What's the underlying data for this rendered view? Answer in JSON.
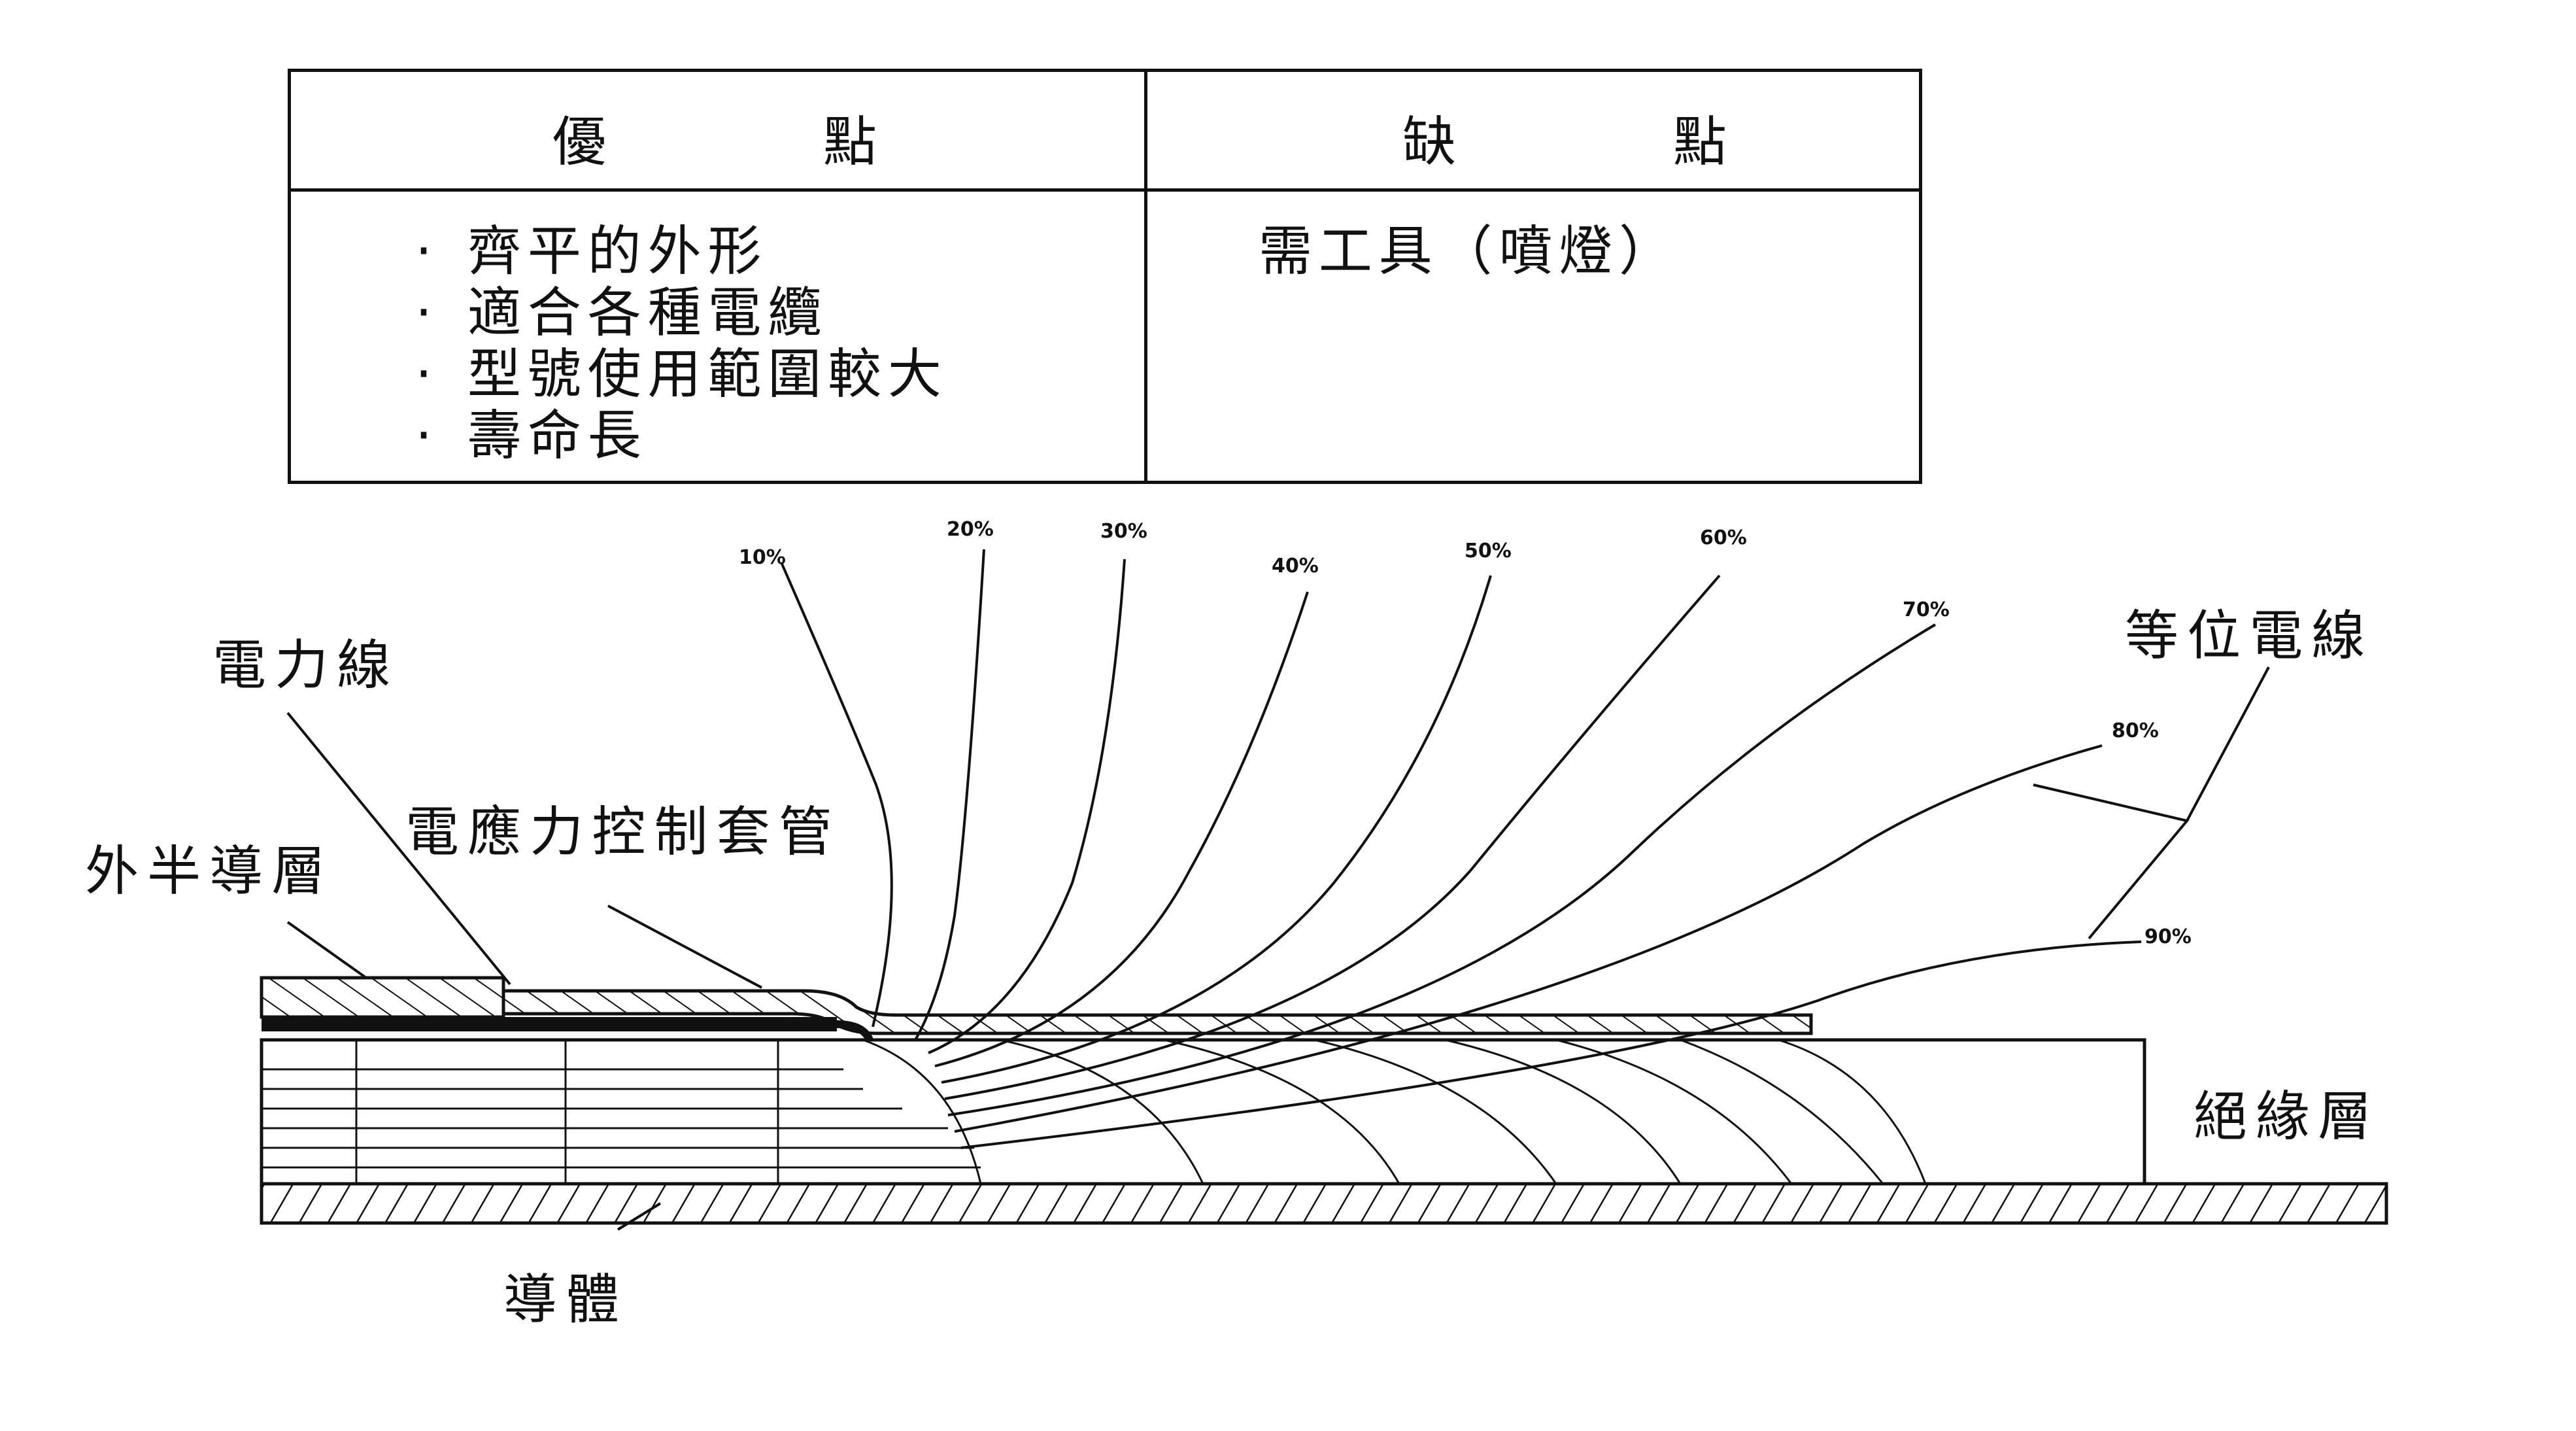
{
  "table": {
    "headers": {
      "left": [
        "優",
        "點"
      ],
      "right": [
        "缺",
        "點"
      ]
    },
    "advantages": [
      "齊平的外形",
      "適合各種電纜",
      "型號使用範圍較大",
      "壽命長"
    ],
    "bullet": "·",
    "disadvantages": [
      "需工具（噴燈）"
    ]
  },
  "labels": {
    "power_line": "電力線",
    "outer_semicon": "外半導層",
    "stress_sleeve": "電應力控制套管",
    "equipotential": "等位電線",
    "insulation": "絕緣層",
    "conductor": "導體"
  },
  "percent_labels": [
    "10%",
    "20%",
    "30%",
    "40%",
    "50%",
    "60%",
    "70%",
    "80%",
    "90%"
  ]
}
